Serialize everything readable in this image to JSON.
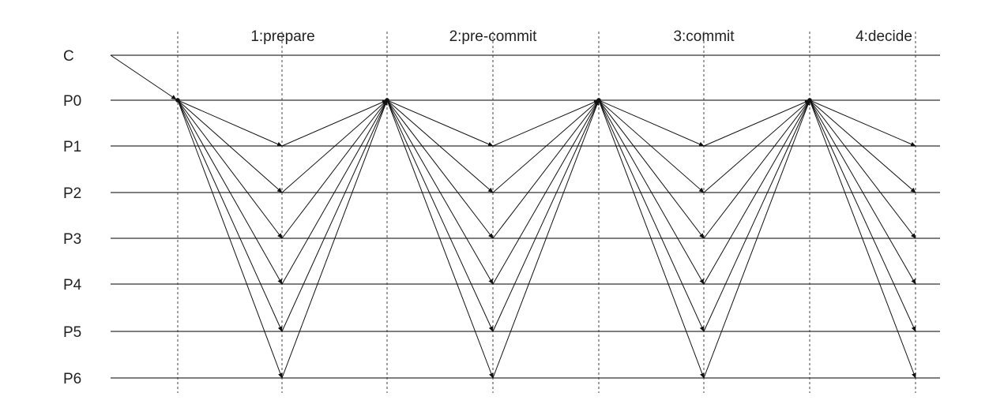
{
  "participants": [
    "C",
    "P0",
    "P1",
    "P2",
    "P3",
    "P4",
    "P5",
    "P6"
  ],
  "phases": [
    "1:prepare",
    "2:pre-commit",
    "3:commit",
    "4:decide"
  ],
  "colors": {
    "line": "#333333",
    "arrow": "#111111",
    "text": "#222222"
  }
}
